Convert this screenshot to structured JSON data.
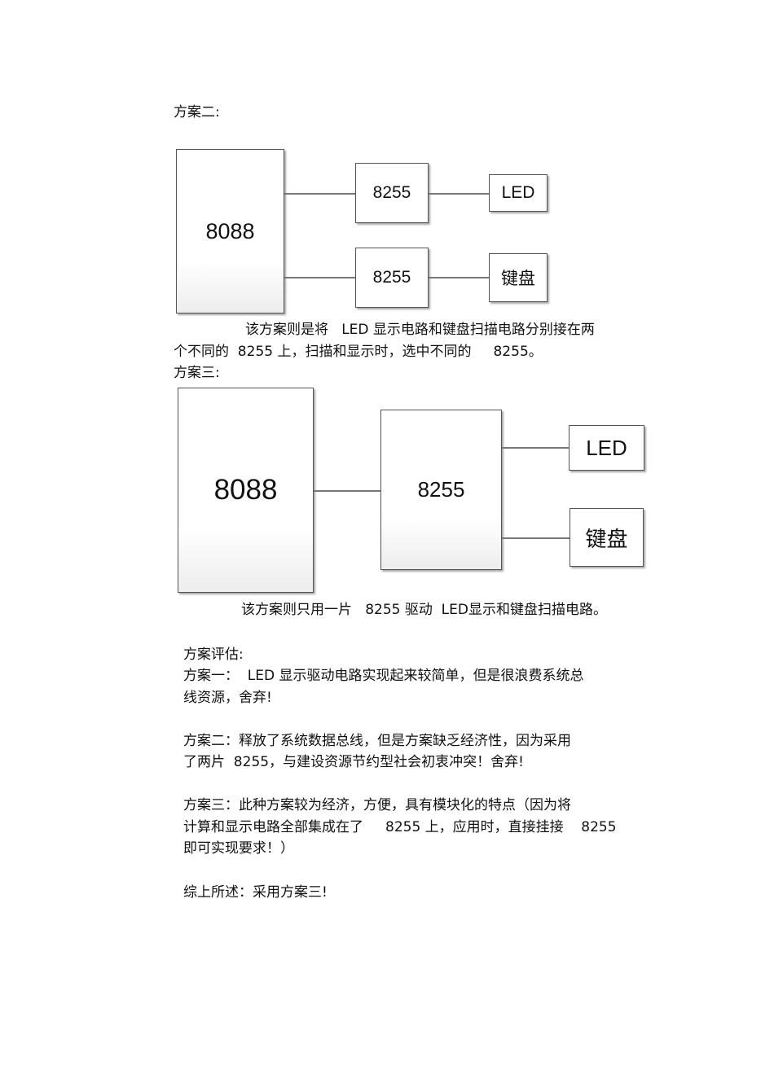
{
  "scheme2": {
    "heading": "方案二:",
    "cpu_label": "8088",
    "ppi_top_label": "8255",
    "ppi_bottom_label": "8255",
    "led_label": "LED",
    "keyboard_label": "键盘",
    "desc_line1": "该方案则是将   LED 显示电路和键盘扫描电路分别接在两",
    "desc_line2": "个不同的  8255 上，扫描和显示时，选中不同的     8255。"
  },
  "scheme3": {
    "heading": "方案三:",
    "cpu_label": "8088",
    "ppi_label": "8255",
    "led_label": "LED",
    "keyboard_label": "键盘",
    "desc": "该方案则只用一片   8255 驱动  LED显示和键盘扫描电路。"
  },
  "evaluation": {
    "heading": "方案评估:",
    "s1_line1": "方案一：  LED 显示驱动电路实现起来较简单，但是很浪费系统总",
    "s1_line2": "线资源，舍弃!",
    "s2_line1": "方案二：释放了系统数据总线，但是方案缺乏经济性，因为采用",
    "s2_line2": "了两片  8255，与建设资源节约型社会初衷冲突！舍弃!",
    "s3_line1": "方案三：此种方案较为经济，方便，具有模块化的特点（因为将",
    "s3_line2": "计算和显示电路全部集成在了     8255 上，应用时，直接挂接    8255",
    "s3_line3": "即可实现要求！）",
    "conclusion": "综上所述：采用方案三!"
  }
}
